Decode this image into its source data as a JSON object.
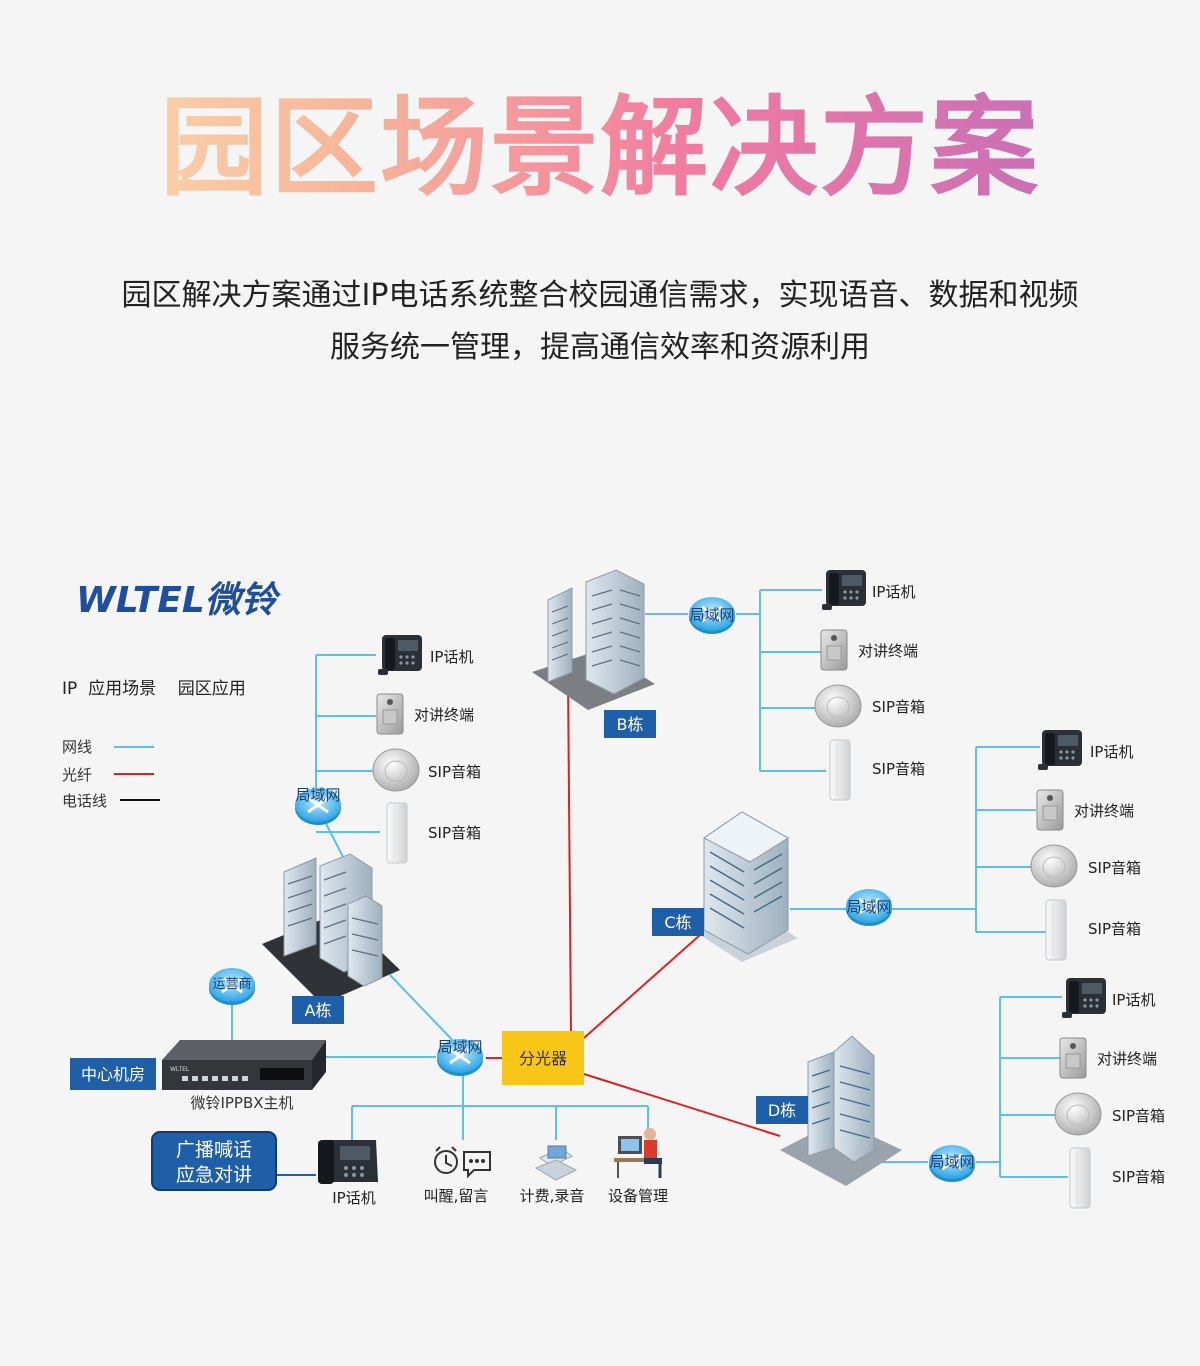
{
  "header": {
    "title": "园区场景解决方案",
    "desc_line1": "园区解决方案通过IP电话系统整合校园通信需求，实现语音、数据和视频",
    "desc_line2": "服务统一管理，提高通信效率和资源利用"
  },
  "brand": {
    "name": "WLTEL微铃"
  },
  "legend": {
    "title": "IP  应用场景    园区应用",
    "items": [
      {
        "label": "网线",
        "color": "#5bc0ea"
      },
      {
        "label": "光纤",
        "color": "#e02020"
      },
      {
        "label": "电话线",
        "color": "#111111"
      }
    ]
  },
  "buildings": {
    "a": "A栋",
    "b": "B栋",
    "c": "C栋",
    "d": "D栋"
  },
  "network": {
    "lan": "局域网",
    "splitter": "分光器",
    "carrier": "运营商",
    "server_room": "中心机房",
    "pbx": "微铃IPPBX主机",
    "pbx_brand": "WLTEL"
  },
  "devices": {
    "ip_phone": "IP话机",
    "intercom": "对讲终端",
    "sip_speaker": "SIP音箱"
  },
  "services": {
    "callout": [
      "广播喊话",
      "应急对讲"
    ],
    "ip_phone": "IP话机",
    "wakeup": "叫醒,留言",
    "billing": "计费,录音",
    "device_mgmt": "设备管理"
  },
  "colors": {
    "cable": "#5bc0ea",
    "fiber": "#e02020",
    "label_bg": "#1f5fa8",
    "splitter_bg": "#f7c617"
  }
}
